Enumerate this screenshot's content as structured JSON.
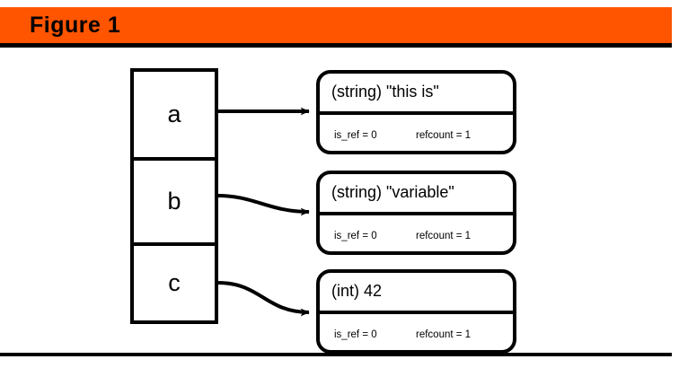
{
  "figure": {
    "title": "Figure 1",
    "accent_color": "#ff5500",
    "rule_color": "#000000",
    "background": "#ffffff"
  },
  "variables": [
    {
      "name": "a"
    },
    {
      "name": "b"
    },
    {
      "name": "c"
    }
  ],
  "zvals": [
    {
      "type_value": "(string) \"this is\"",
      "is_ref": "is_ref = 0",
      "refcount": "refcount = 1"
    },
    {
      "type_value": "(string) \"variable\"",
      "is_ref": "is_ref = 0",
      "refcount": "refcount = 1"
    },
    {
      "type_value": "(int) 42",
      "is_ref": "is_ref = 0",
      "refcount": "refcount = 1"
    }
  ],
  "connections": [
    {
      "from": "a",
      "to": "zval-1",
      "style": "straight"
    },
    {
      "from": "b",
      "to": "zval-2",
      "style": "curved"
    },
    {
      "from": "c",
      "to": "zval-3",
      "style": "curved"
    }
  ]
}
